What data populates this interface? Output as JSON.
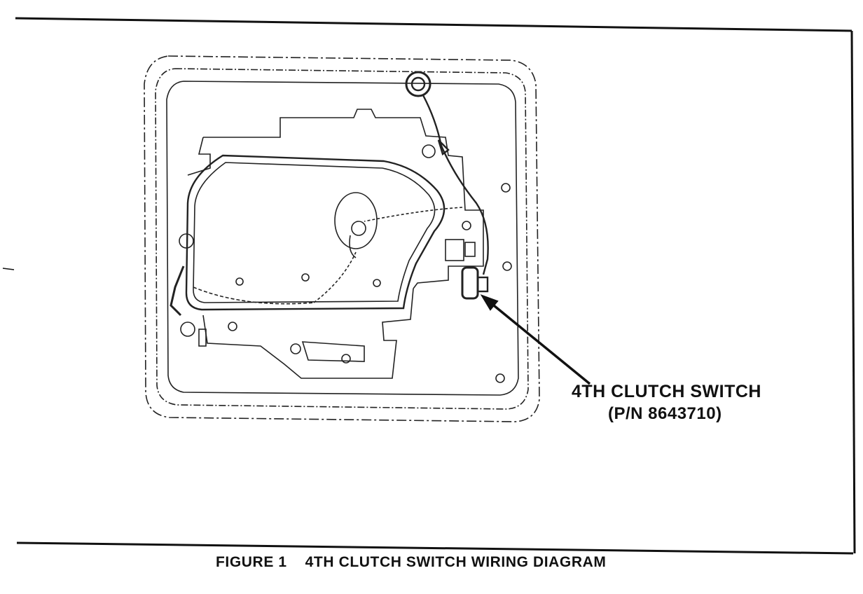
{
  "callout": {
    "line1": "4TH CLUTCH SWITCH",
    "line2": "(P/N 8643710)"
  },
  "caption": {
    "figure": "FIGURE 1",
    "title": "4TH CLUTCH SWITCH WIRING DIAGRAM"
  },
  "colors": {
    "ink": "#111111",
    "paper": "#ffffff"
  }
}
